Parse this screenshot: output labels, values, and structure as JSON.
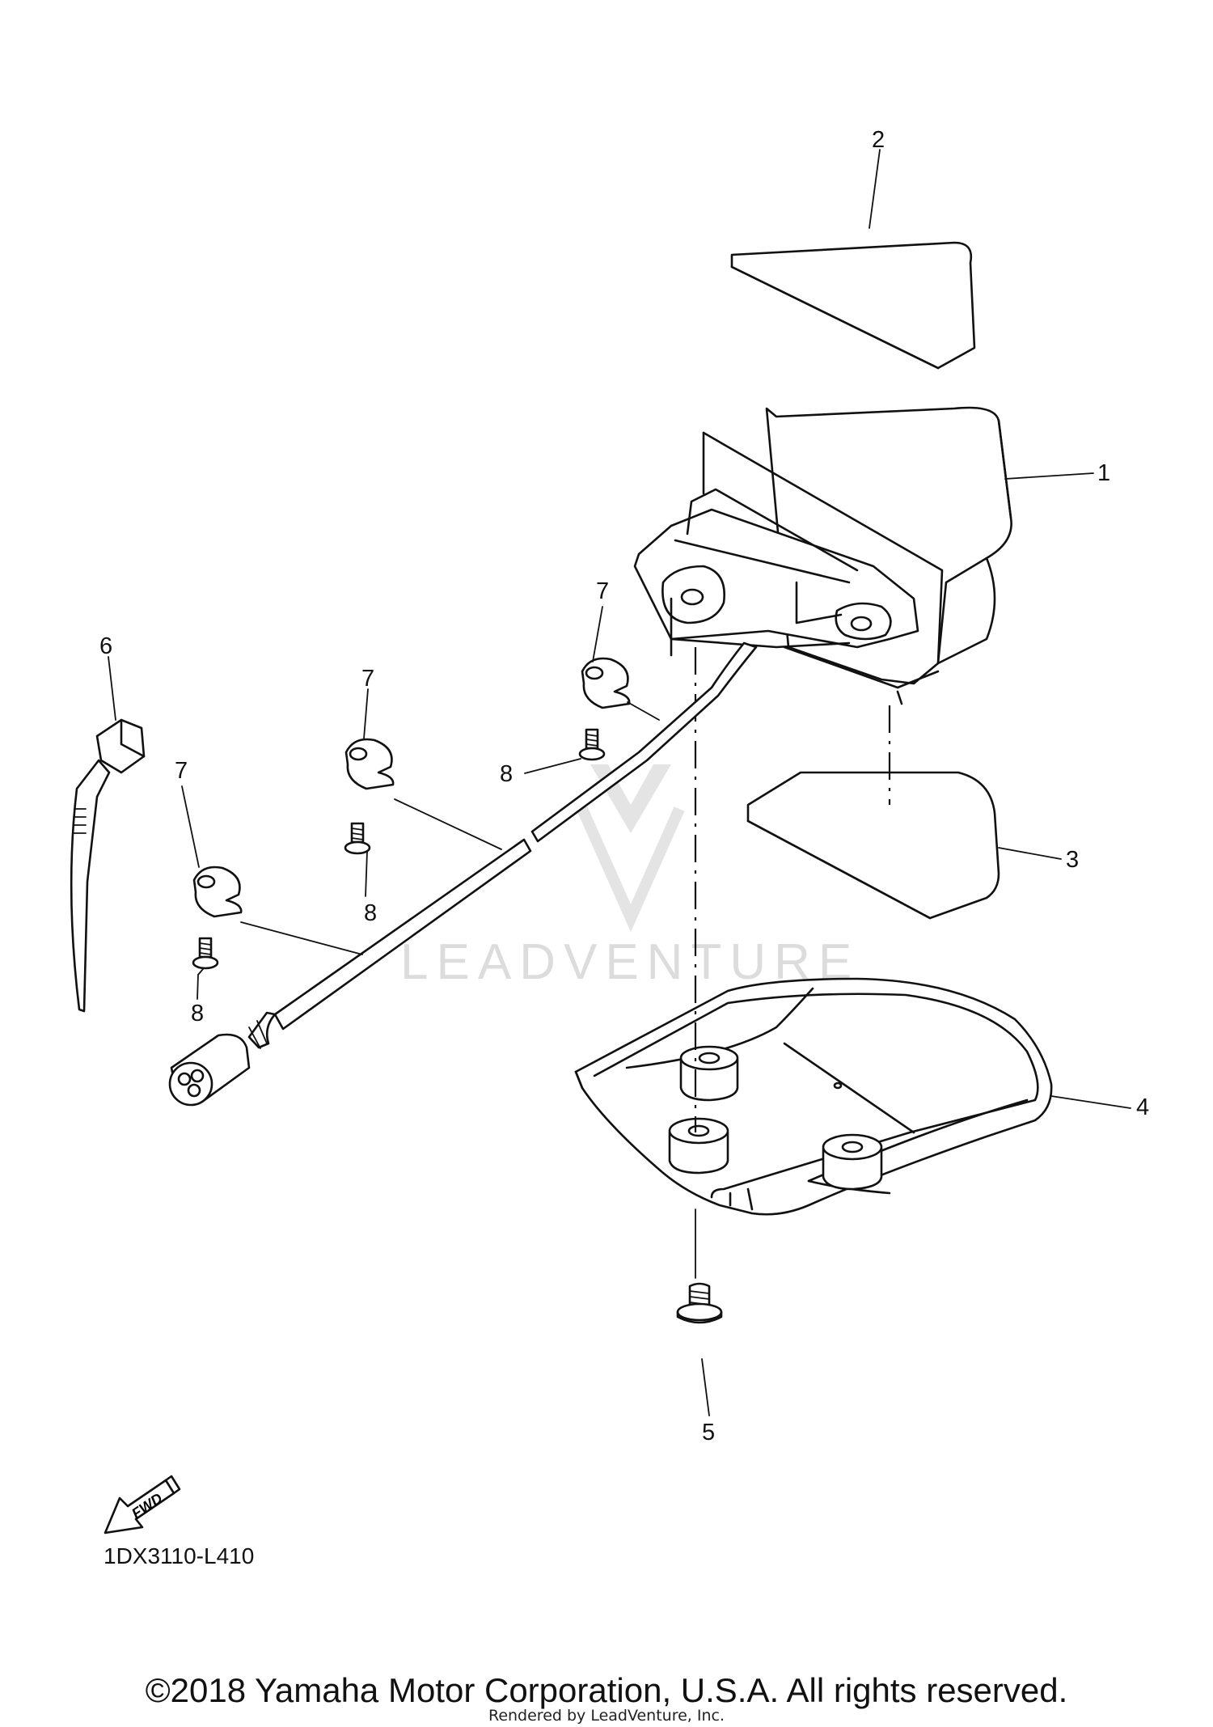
{
  "diagram": {
    "callouts": [
      "1",
      "2",
      "3",
      "4",
      "5",
      "6",
      "7",
      "7",
      "7",
      "8",
      "8",
      "8"
    ],
    "fwd_label": "FWD",
    "drawing_code": "1DX3110-L410",
    "watermark": "LEADVENTURE"
  },
  "footer": {
    "copyright": "©2018 Yamaha Motor Corporation, U.S.A. All rights reserved.",
    "rendered_by": "Rendered by LeadVenture, Inc."
  }
}
